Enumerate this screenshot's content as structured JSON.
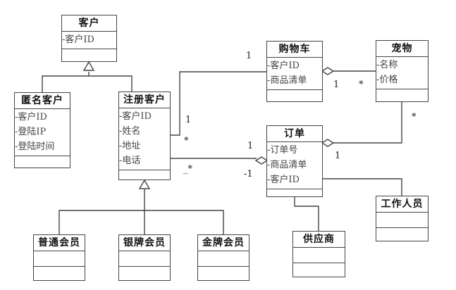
{
  "diagram": {
    "type": "uml-class-diagram",
    "classes": {
      "customer": {
        "name": "客户",
        "attributes": [
          "-客户ID"
        ]
      },
      "anonymous": {
        "name": "匿名客户",
        "attributes": [
          "-客户ID",
          "-登陆IP",
          "-登陆时间"
        ]
      },
      "registered": {
        "name": "注册客户",
        "attributes": [
          "-客户ID",
          "-姓名",
          "-地址",
          "-电话"
        ]
      },
      "cart": {
        "name": "购物车",
        "attributes": [
          "-客户ID",
          "-商品清单"
        ]
      },
      "pet": {
        "name": "宠物",
        "attributes": [
          "-名称",
          "-价格"
        ]
      },
      "order": {
        "name": "订单",
        "attributes": [
          "-订单号",
          "-商品清单",
          "-客户ID"
        ]
      },
      "staff": {
        "name": "工作人员",
        "attributes": []
      },
      "supplier": {
        "name": "供应商",
        "attributes": []
      },
      "regular": {
        "name": "普通会员",
        "attributes": []
      },
      "silver": {
        "name": "银牌会员",
        "attributes": []
      },
      "gold": {
        "name": "金牌会员",
        "attributes": []
      }
    },
    "multiplicities": {
      "cart_registered_cart_end": "1",
      "cart_registered_cust_end_1": "1",
      "cart_registered_cust_end_star": "*",
      "cart_pet_cart_end": "1",
      "cart_pet_pet_end": "*",
      "pet_order_pet_end": "*",
      "pet_order_order_end": "1",
      "order_registered_order_end": "1",
      "order_registered_order_end2": "-1",
      "order_registered_cust_end": "_*"
    },
    "relationships": [
      {
        "type": "generalization",
        "from": "匿名客户",
        "to": "客户"
      },
      {
        "type": "generalization",
        "from": "注册客户",
        "to": "客户"
      },
      {
        "type": "generalization",
        "from": "普通会员",
        "to": "注册客户"
      },
      {
        "type": "generalization",
        "from": "银牌会员",
        "to": "注册客户"
      },
      {
        "type": "generalization",
        "from": "金牌会员",
        "to": "注册客户"
      },
      {
        "type": "association",
        "from": "注册客户",
        "to": "购物车"
      },
      {
        "type": "aggregation",
        "whole": "购物车",
        "part": "宠物"
      },
      {
        "type": "aggregation",
        "whole": "订单",
        "part": "宠物"
      },
      {
        "type": "aggregation",
        "whole": "订单",
        "part": "注册客户"
      },
      {
        "type": "association",
        "from": "订单",
        "to": "工作人员"
      },
      {
        "type": "association",
        "from": "订单",
        "to": "供应商"
      }
    ]
  }
}
